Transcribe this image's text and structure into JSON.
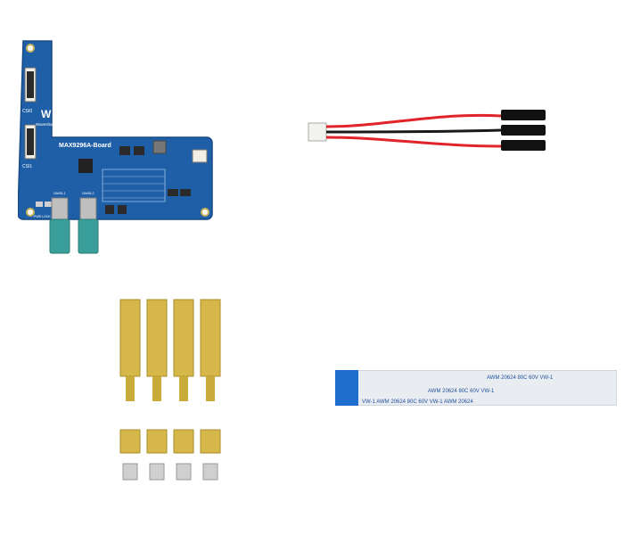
{
  "board": {
    "name": "MAX9296A-Board",
    "logo": "Waveshare",
    "silk_csi0": "CSI0",
    "silk_csi1": "CSI1",
    "silk_gmsl1": "GMSL1",
    "silk_gmsl2": "GMSL2",
    "silk_pwr_lock": "PWR LOCK",
    "colors": {
      "pcb": "#1f5fa8",
      "fakra": "#3a9e9a",
      "header": "#e8e8e8"
    }
  },
  "cable": {
    "colors": {
      "red": "#e0242a",
      "black": "#1a1a1a",
      "plug": "#f2f2ee"
    }
  },
  "standoffs": {
    "count": 4,
    "colors": {
      "brass": "#d6b84a",
      "screw": "#cfcfcf"
    }
  },
  "ffc": {
    "print_row1": "AWM 20624 80C 60V VW-1",
    "print_row2": "AWM 20624 80C 60V VW-1",
    "print_row3": "VW-1    AWM 20624 80C 60V VW-1    AWM 20624",
    "colors": {
      "stiffener": "#1e6ed0",
      "body": "#e9edf2",
      "ink": "#1f4e9a"
    }
  }
}
